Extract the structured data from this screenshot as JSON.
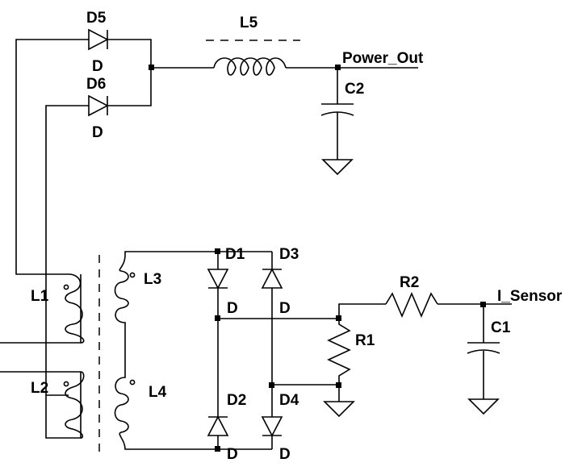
{
  "labels": {
    "d5_ref": "D5",
    "d5_val": "D",
    "d6_ref": "D6",
    "d6_val": "D",
    "l5_ref": "L5",
    "c2_ref": "C2",
    "power_out": "Power_Out",
    "d1_ref": "D1",
    "d1_val": "D",
    "d3_ref": "D3",
    "d3_val": "D",
    "d2_ref": "D2",
    "d2_val": "D",
    "d4_ref": "D4",
    "d4_val": "D",
    "l1_ref": "L1",
    "l2_ref": "L2",
    "l3_ref": "L3",
    "l4_ref": "L4",
    "r1_ref": "R1",
    "r2_ref": "R2",
    "c1_ref": "C1",
    "i_sensor": "I_Sensor"
  }
}
